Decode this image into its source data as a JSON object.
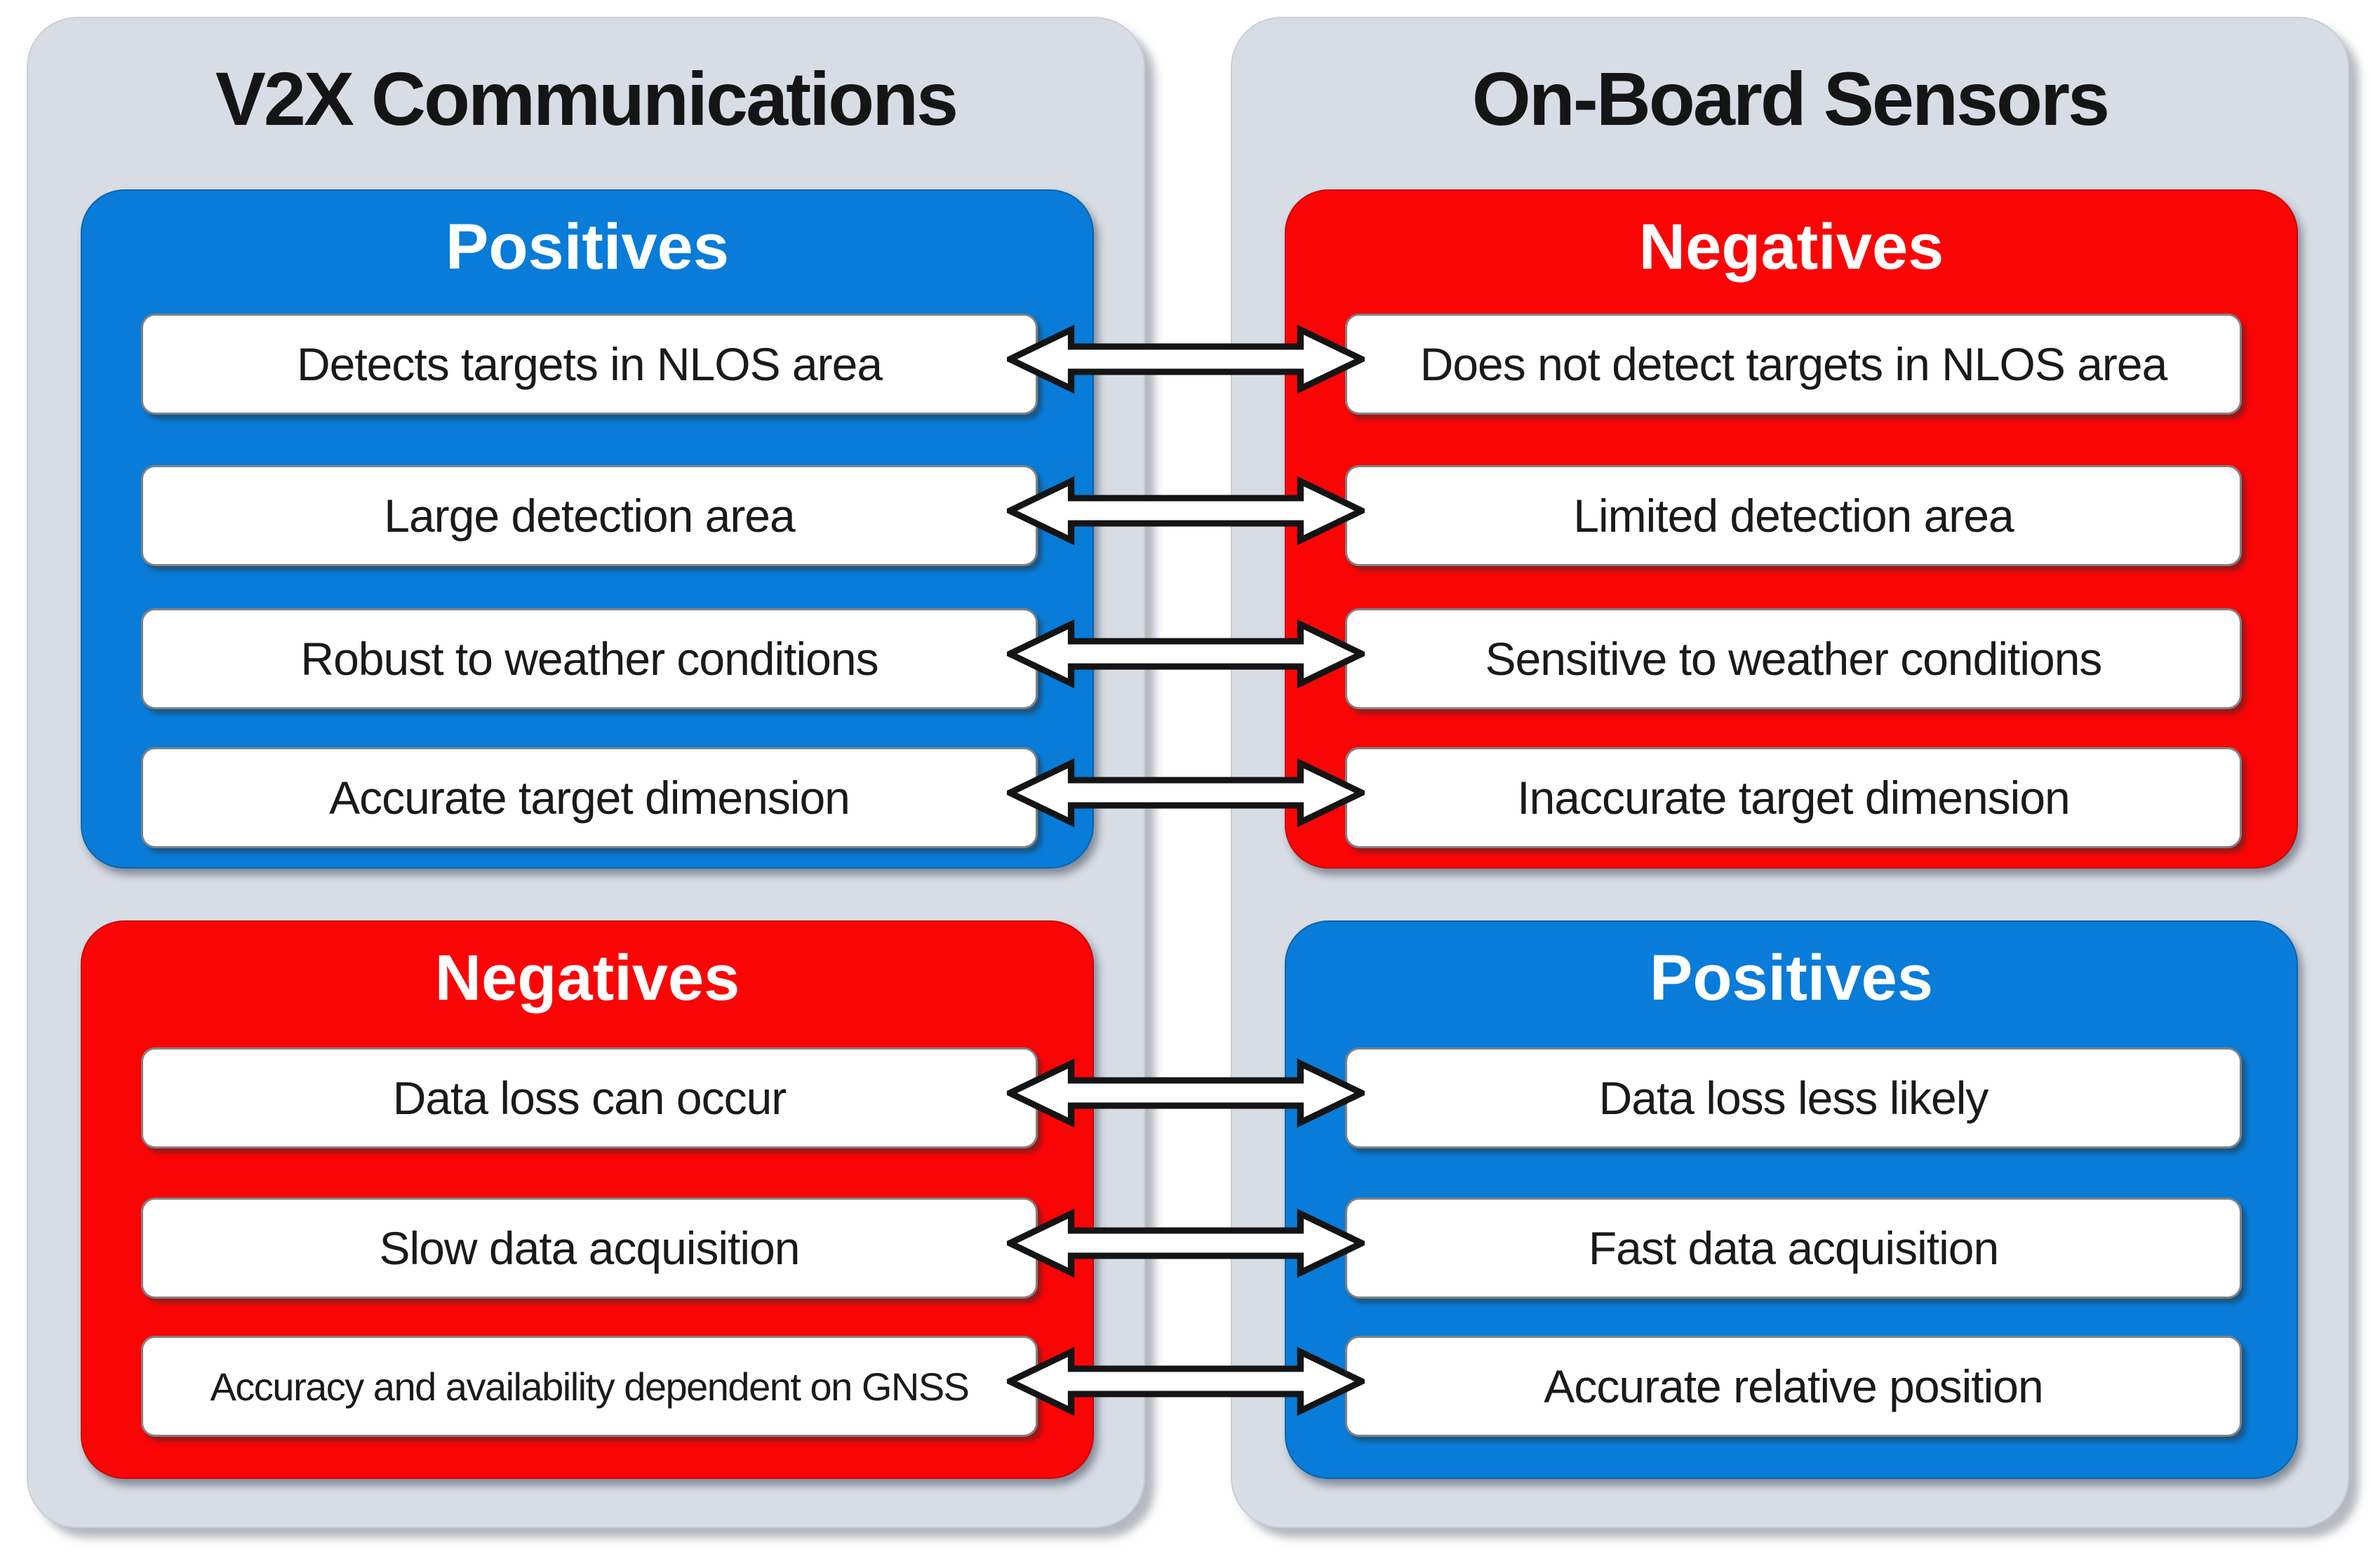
{
  "colors": {
    "outer_bg": "#d8dde5",
    "blue": "#087cd8",
    "red": "#fa0506",
    "box_border": "#828282",
    "text": "#1a1a1a",
    "title": "#151515",
    "header_text": "#ffffff",
    "arrow_fill": "#ffffff",
    "arrow_stroke": "#141414"
  },
  "arrows": {
    "icon": "double-headed-horizontal-arrow",
    "count": 7
  },
  "columns": [
    {
      "title": "V2X Communications",
      "sections": [
        {
          "label": "Positives",
          "tone": "blue",
          "items": [
            "Detects targets in NLOS area",
            "Large detection area",
            "Robust to weather conditions",
            "Accurate target dimension"
          ]
        },
        {
          "label": "Negatives",
          "tone": "red",
          "items": [
            "Data loss can occur",
            "Slow data acquisition",
            "Accuracy and availability dependent on GNSS"
          ]
        }
      ]
    },
    {
      "title": "On-Board Sensors",
      "sections": [
        {
          "label": "Negatives",
          "tone": "red",
          "items": [
            "Does not detect targets in NLOS area",
            "Limited detection area",
            "Sensitive to weather conditions",
            "Inaccurate target dimension"
          ]
        },
        {
          "label": "Positives",
          "tone": "blue",
          "items": [
            "Data loss less likely",
            "Fast data acquisition",
            "Accurate relative position"
          ]
        }
      ]
    }
  ]
}
